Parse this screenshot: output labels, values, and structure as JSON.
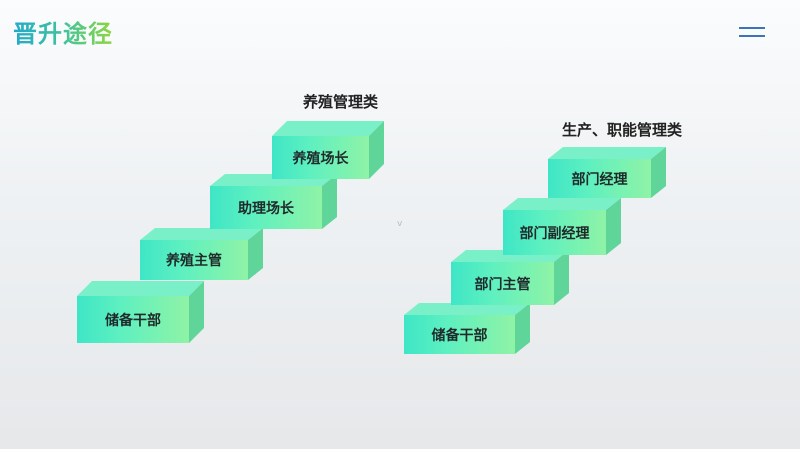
{
  "header": {
    "title": "晋升途径",
    "menu_icon": "hamburger-menu-icon"
  },
  "colors": {
    "title_gradient": [
      "#23a9c9",
      "#3fc39c",
      "#8fd63f"
    ],
    "step_front": [
      "#3ee6c6",
      "#8ff3a6"
    ],
    "step_top": "#79f0c8",
    "step_side": "#5fd59a",
    "menu_icon": "#3c74b8"
  },
  "left_path": {
    "label": "养殖管理类",
    "steps": [
      "储备干部",
      "养殖主管",
      "助理场长",
      "养殖场长"
    ]
  },
  "right_path": {
    "label": "生产、职能管理类",
    "steps": [
      "储备干部",
      "部门主管",
      "部门副经理",
      "部门经理"
    ]
  },
  "center_marker": "v"
}
